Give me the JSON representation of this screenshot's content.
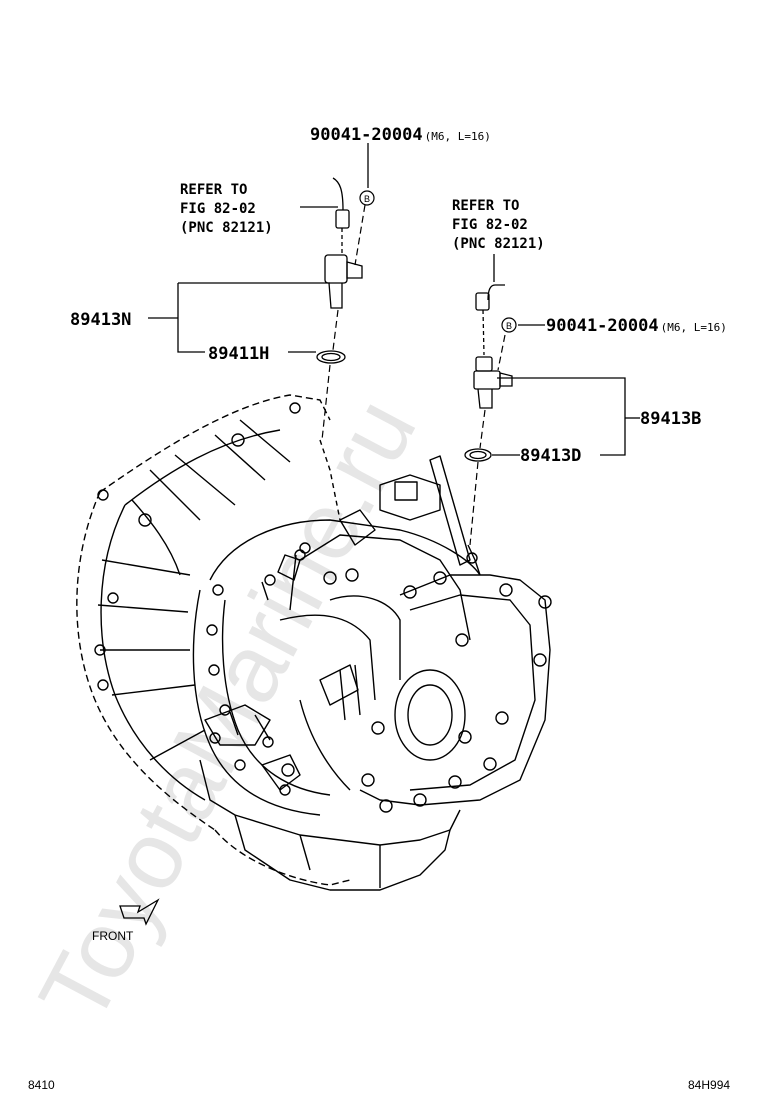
{
  "watermark": "ToyotaMarine.ru",
  "callouts": {
    "bolt_left": {
      "part": "90041-20004",
      "spec": "(M6, L=16)"
    },
    "bolt_right": {
      "part": "90041-20004",
      "spec": "(M6, L=16)"
    },
    "refer_left": [
      "REFER TO",
      "FIG 82-02",
      "(PNC 82121)"
    ],
    "refer_right": [
      "REFER TO",
      "FIG 82-02",
      "(PNC 82121)"
    ],
    "sensor_left": "89413N",
    "oring_left": "89411H",
    "sensor_right": "89413B",
    "oring_right": "89413D",
    "bolt_marker": "B"
  },
  "front_label": "FRONT",
  "footer": {
    "left": "8410",
    "right": "84H994"
  }
}
